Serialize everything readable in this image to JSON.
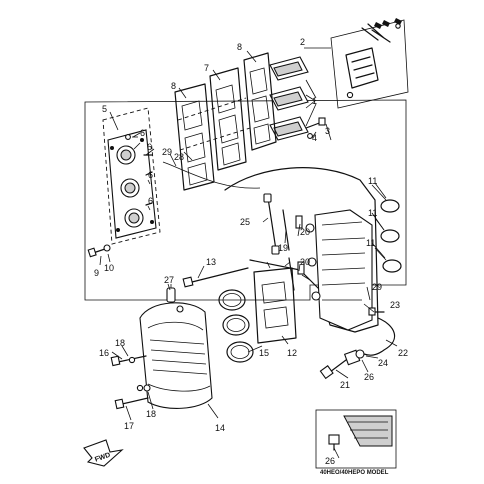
{
  "callouts": {
    "c1": "1",
    "c2": "2",
    "c3": "3",
    "c4": "4",
    "c5": "5",
    "c6a": "6",
    "c6b": "6",
    "c6c": "6",
    "c6d": "6",
    "c7": "7",
    "c8a": "8",
    "c8b": "8",
    "c9": "9",
    "c10": "10",
    "c11a": "11",
    "c11b": "11",
    "c11c": "11",
    "c12": "12",
    "c13": "13",
    "c14": "14",
    "c15": "15",
    "c16": "16",
    "c17": "17",
    "c18a": "18",
    "c18b": "18",
    "c19": "19",
    "c20a": "20",
    "c20b": "20",
    "c21": "21",
    "c22": "22",
    "c23": "23",
    "c24": "24",
    "c25": "25",
    "c26a": "26",
    "c26b": "26",
    "c27": "27",
    "c28": "28",
    "c29a": "29",
    "c29b": "29"
  },
  "inset": {
    "caption": "40HEO/40HEPO MODEL"
  },
  "direction": {
    "label": "FWD"
  }
}
